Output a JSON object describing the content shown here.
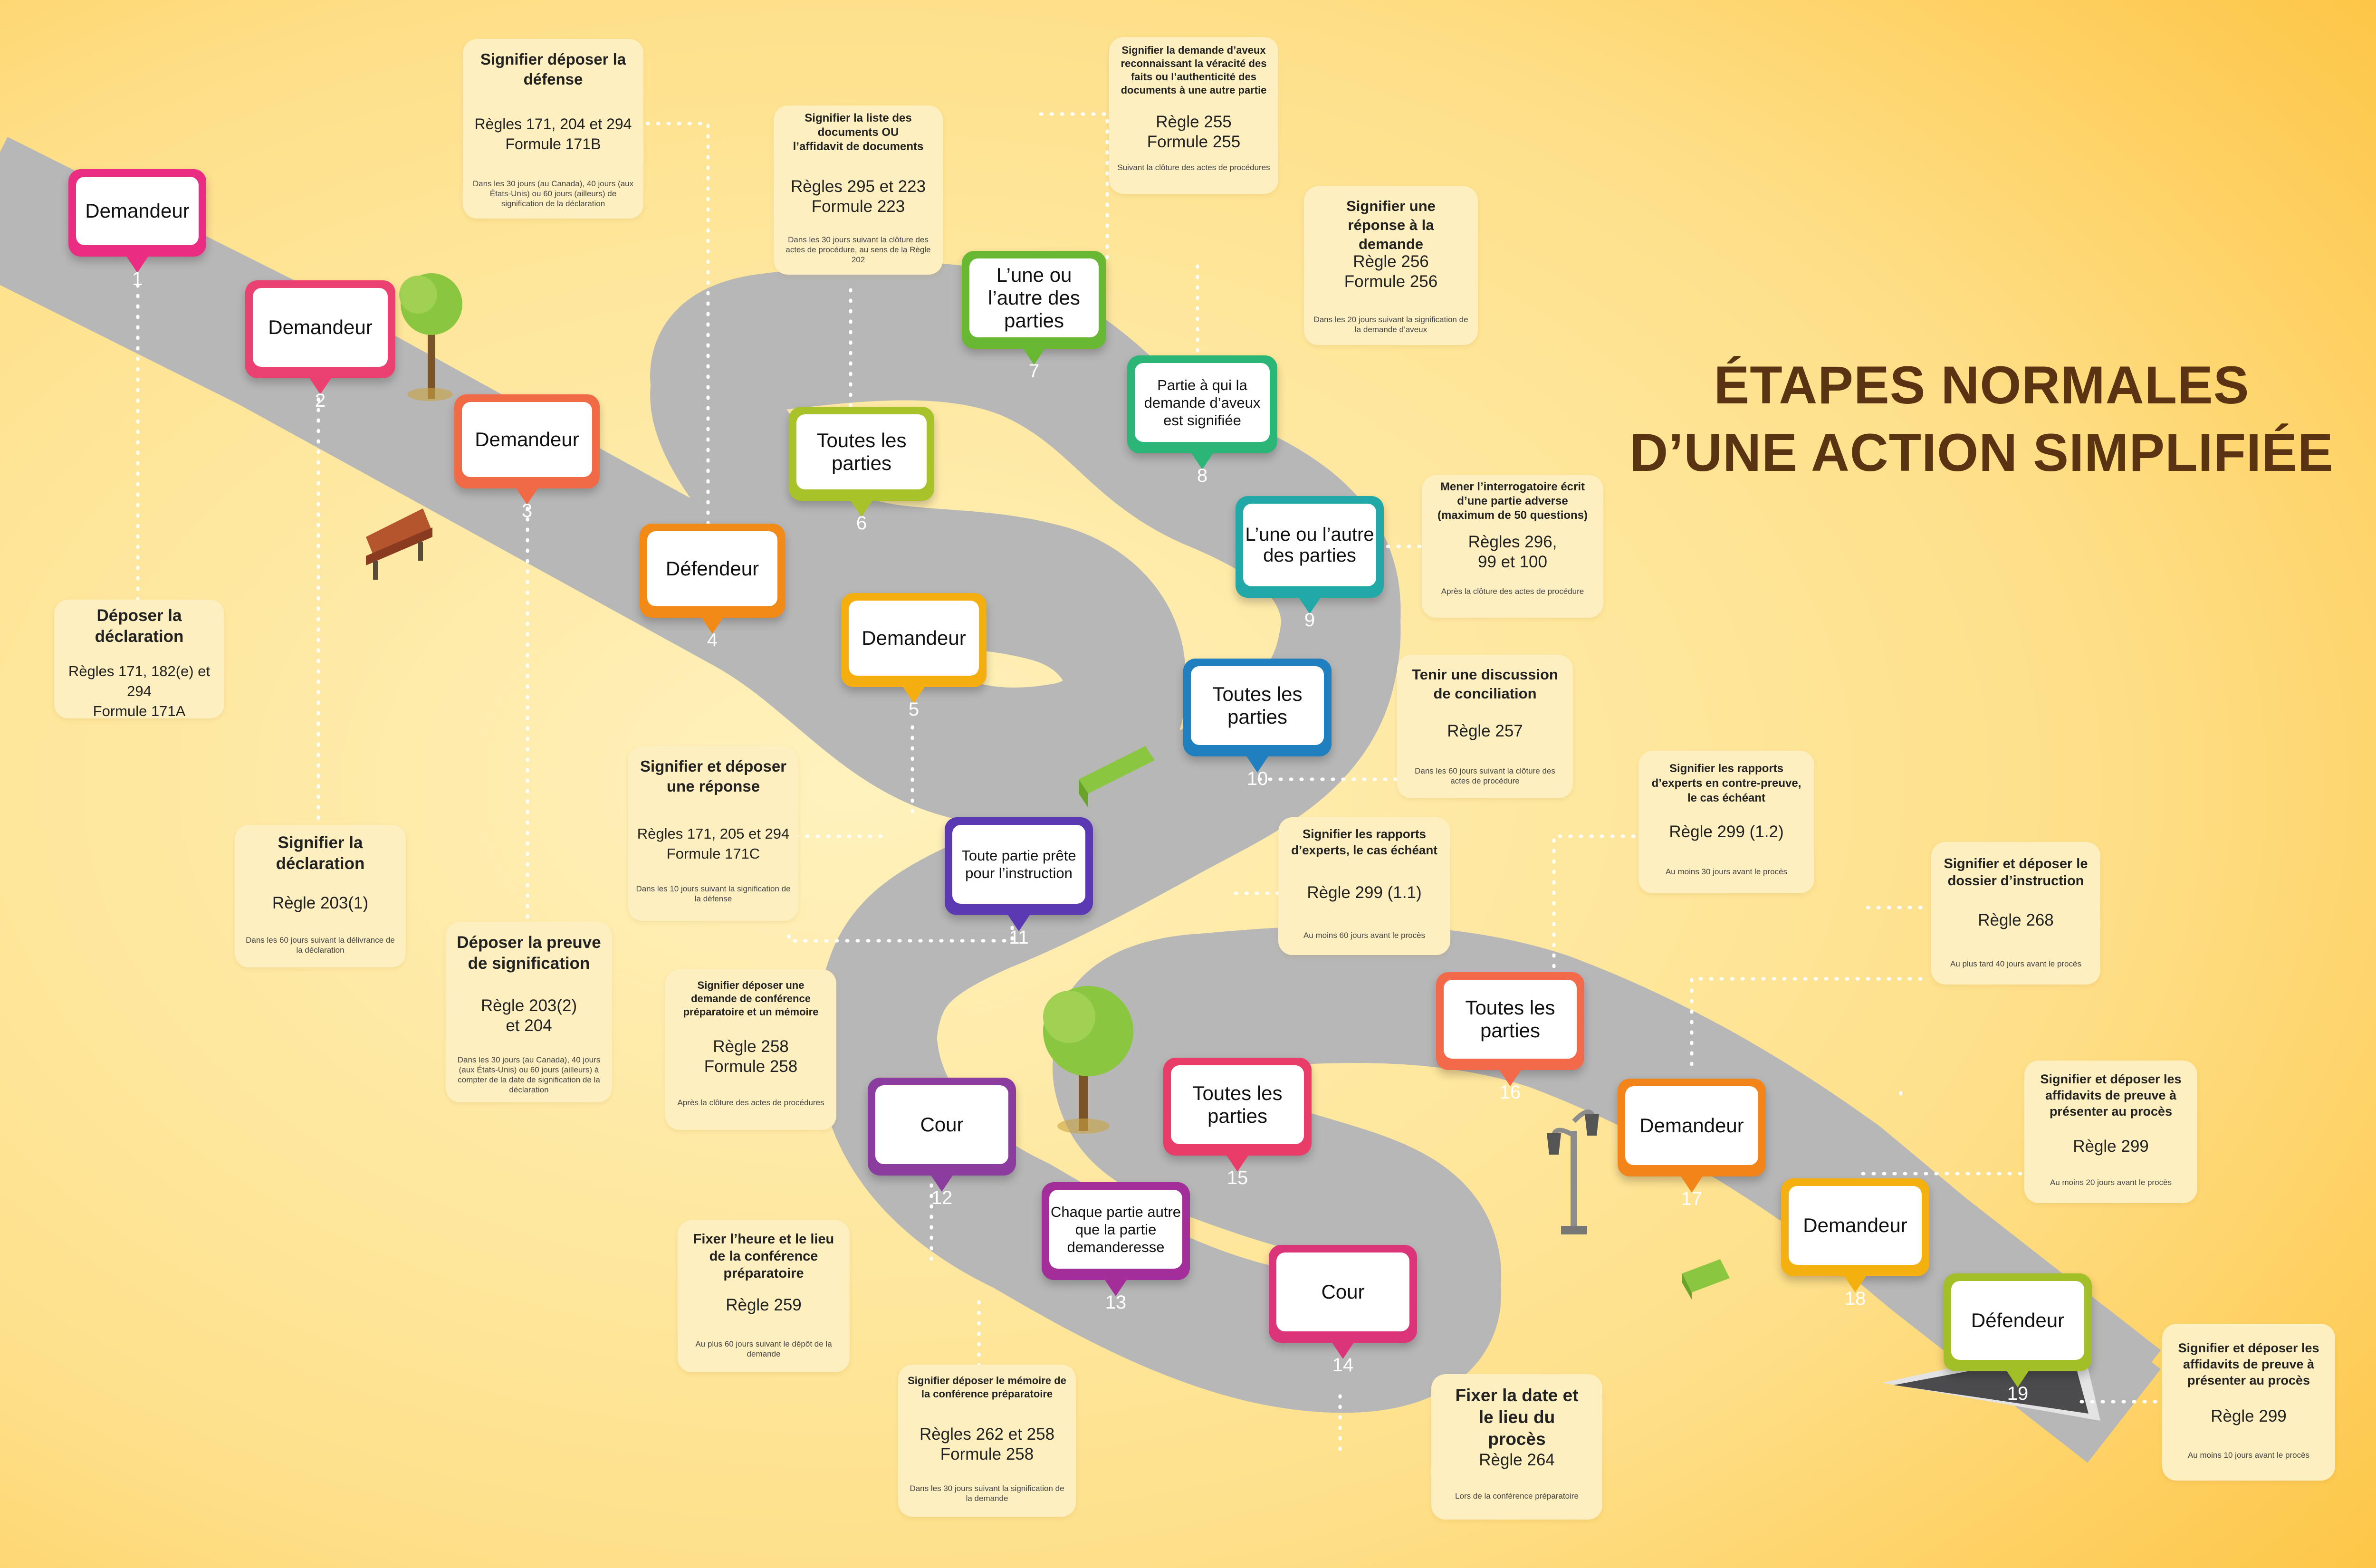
{
  "title": {
    "line1": "ÉTAPES NORMALES",
    "line2": "D’UNE ACTION SIMPLIFIÉE",
    "color": "#5a3412"
  },
  "colors": {
    "bg_light": "#fff0b8",
    "bg_dark": "#fdc03a",
    "road": "#4a4a4c",
    "road_edge": "#d5d5d5",
    "dots": "#ffffff",
    "box": "#fdefc0"
  },
  "steps": [
    {
      "number": "1",
      "label": "Demandeur",
      "color": "#ea2c83"
    },
    {
      "number": "2",
      "label": "Demandeur",
      "color": "#ea4170"
    },
    {
      "number": "3",
      "label": "Demandeur",
      "color": "#f06a45"
    },
    {
      "number": "4",
      "label": "Défendeur",
      "color": "#f28a17"
    },
    {
      "number": "5",
      "label": "Demandeur",
      "color": "#f4ae10"
    },
    {
      "number": "6",
      "label": "Toutes les parties",
      "color": "#a8c22a"
    },
    {
      "number": "7",
      "label": "L’une ou l’autre des parties",
      "color": "#69b833"
    },
    {
      "number": "8",
      "label": "Partie à qui la demande d’aveux est signifiée",
      "color": "#2bb577"
    },
    {
      "number": "9",
      "label": "L’une ou l’autre des parties",
      "color": "#21a9a8"
    },
    {
      "number": "10",
      "label": "Toutes les parties",
      "color": "#1f7fbf"
    },
    {
      "number": "11",
      "label": "Toute partie prête pour l’instruction",
      "color": "#5b39b2"
    },
    {
      "number": "12",
      "label": "Cour",
      "color": "#8a3c9f"
    },
    {
      "number": "13",
      "label": "Chaque partie autre que la partie demanderesse",
      "color": "#a32e9a"
    },
    {
      "number": "14",
      "label": "Cour",
      "color": "#dc3479"
    },
    {
      "number": "15",
      "label": "Toutes les parties",
      "color": "#ea3c69"
    },
    {
      "number": "16",
      "label": "Toutes les parties",
      "color": "#f36a4b"
    },
    {
      "number": "17",
      "label": "Demandeur",
      "color": "#f38419"
    },
    {
      "number": "18",
      "label": "Demandeur",
      "color": "#f4b00e"
    },
    {
      "number": "19",
      "label": "Défendeur",
      "color": "#a2bf28"
    }
  ],
  "info": {
    "s1": {
      "title": "Déposer la déclaration",
      "body": "Règles 171, 182(e) et 294\nFormule 171A",
      "note": ""
    },
    "s2": {
      "title": "Signifier la déclaration",
      "body": "Règle 203(1)",
      "note": "Dans les 60 jours suivant la délivrance de la déclaration"
    },
    "s3": {
      "title": "Signifier déposer la défense",
      "body": "Règles 171, 204 et 294\nFormule 171B",
      "note": "Dans les 30 jours (au Canada), 40 jours (aux États-Unis) ou 60 jours (ailleurs) de signification de la déclaration"
    },
    "s3b": {
      "title": "Déposer la preuve de signification",
      "body": "Règle 203(2)\net 204",
      "note": "Dans les 30 jours (au Canada), 40 jours (aux États-Unis) ou 60 jours (ailleurs) à compter de la date de signification de la déclaration"
    },
    "s4": {
      "title": "Signifier et déposer une réponse",
      "body": "Règles 171, 205 et 294\nFormule 171C",
      "note": "Dans les 10 jours suivant la signification de la défense"
    },
    "s6": {
      "title": "Signifier la liste des documents OU l’affidavit de documents",
      "body": "Règles 295 et 223\nFormule 223",
      "note": "Dans les 30 jours suivant la clôture des actes de procédure, au sens de la Règle 202"
    },
    "s7": {
      "title": "Signifier la demande d’aveux reconnaissant la véracité des faits ou l’authenticité des documents à une autre partie",
      "body": "Règle 255\nFormule 255",
      "note": "Suivant la clôture des actes de procédures"
    },
    "s8": {
      "title": "Signifier une réponse à la demande",
      "body": "Règle 256\nFormule 256",
      "note": "Dans les 20 jours suivant la signification de la demande d’aveux"
    },
    "s9": {
      "title": "Mener l’interrogatoire écrit d’une partie adverse (maximum de 50 questions)",
      "body": "Règles 296,\n99 et 100",
      "note": "Après la clôture des actes de procédure"
    },
    "s10": {
      "title": "Tenir une discussion de conciliation",
      "body": "Règle 257",
      "note": "Dans les 60 jours suivant la clôture des actes de procédure"
    },
    "s11": {
      "title": "Signifier déposer une demande de conférence préparatoire et un mémoire",
      "body": "Règle 258\nFormule 258",
      "note": "Après la clôture des actes de procédures"
    },
    "s12": {
      "title": "Fixer l’heure et le lieu de la conférence préparatoire",
      "body": "Règle 259",
      "note": "Au plus 60 jours suivant le dépôt de la demande"
    },
    "s13": {
      "title": "Signifier déposer le mémoire de la conférence préparatoire",
      "body": "Règles 262 et 258\nFormule 258",
      "note": "Dans les 30 jours suivant la signification de la demande"
    },
    "s14": {
      "title": "Fixer la date et le lieu du procès",
      "body": "Règle 264",
      "note": "Lors de la conférence préparatoire"
    },
    "s15": {
      "title": "Signifier les rapports d’experts, le cas échéant",
      "body": "Règle 299 (1.1)",
      "note": "Au moins 60 jours avant le procès"
    },
    "s16": {
      "title": "Signifier les rapports d’experts en contre-preuve, le cas échéant",
      "body": "Règle 299 (1.2)",
      "note": "Au moins 30 jours avant le procès"
    },
    "s17": {
      "title": "Signifier et déposer le dossier d’instruction",
      "body": "Règle 268",
      "note": "Au plus tard 40 jours avant le procès"
    },
    "s18": {
      "title": "Signifier et déposer les affidavits de preuve à présenter au procès",
      "body": "Règle 299",
      "note": "Au moins 20 jours avant le procès"
    },
    "s19": {
      "title": "Signifier et déposer les affidavits de preuve à présenter au procès",
      "body": "Règle 299",
      "note": "Au moins 10 jours avant le procès"
    }
  }
}
